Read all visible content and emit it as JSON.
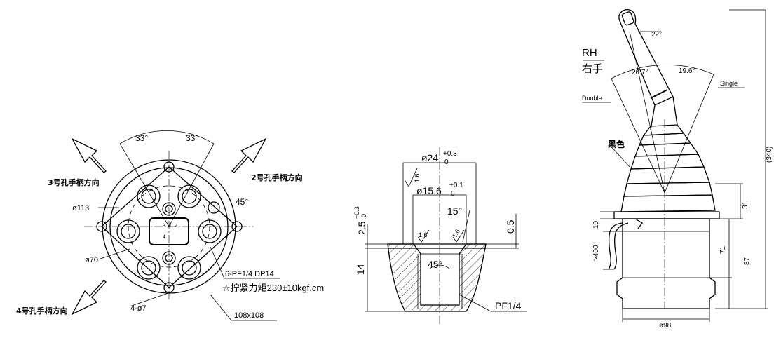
{
  "left_view": {
    "angle_left": "33°",
    "angle_right": "33°",
    "angle_side": "45°",
    "dir_2": "2号孔手柄方向",
    "dir_3": "3号孔手柄方向",
    "dir_4": "4号孔手柄方向",
    "dia_113": "ø113",
    "dia_70": "ø70",
    "ports": "6-PF1/4 DP14",
    "torque": "☆拧紧力矩230±10kgf.cm",
    "holes": "4-ø7",
    "size": "108x108",
    "port_num_1": "1",
    "port_num_2": "2",
    "port_num_3": "3",
    "port_num_4": "4"
  },
  "middle_view": {
    "dia_24": "ø24",
    "dia_24_tol_upper": "+0.3",
    "dia_24_tol_lower": "0",
    "dia_15_6": "ø15.6",
    "dia_15_6_tol_upper": "+0.1",
    "dia_15_6_tol_lower": "0",
    "angle_15": "15°",
    "angle_45": "45°",
    "depth_2_5": "2.5",
    "depth_2_5_tol_upper": "+0.3",
    "depth_2_5_tol_lower": "0",
    "depth_0_5": "0.5",
    "depth_14": "14",
    "roughness_a": "1.6",
    "roughness_b": "1.6",
    "roughness_c": "1.6",
    "thread": "PF1/4"
  },
  "right_view": {
    "hand_en": "RH",
    "hand_cn": "右手",
    "angle_22": "22°",
    "angle_26_7": "26.7°",
    "angle_19_6": "19.6°",
    "label_double": "Double",
    "label_single": "Single",
    "color_black": "黑色",
    "height_340": "(340)",
    "dim_31": "31",
    "dim_10": "10",
    "dim_400": ">400",
    "dim_71": "71",
    "dim_87": "87",
    "dia_98": "ø98"
  }
}
